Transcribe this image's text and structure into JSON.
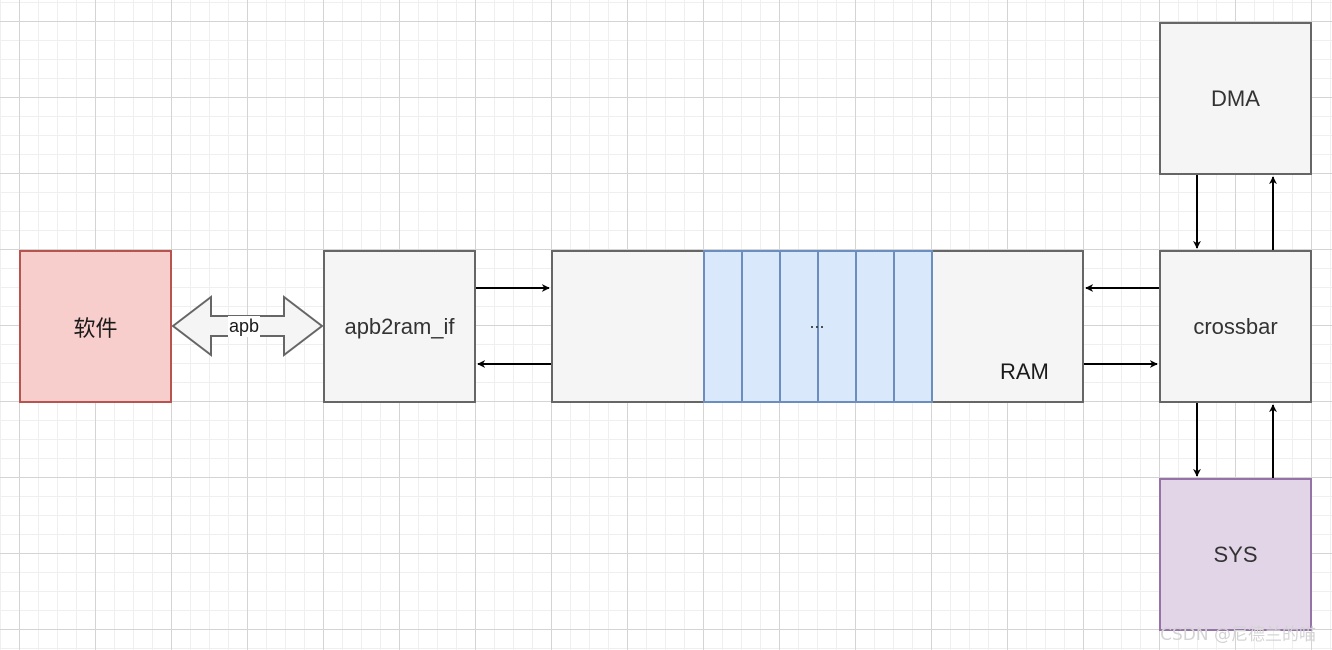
{
  "nodes": {
    "software": "软件",
    "apb2ram_if": "apb2ram_if",
    "ram": "RAM",
    "ram_ellipsis": "...",
    "crossbar": "crossbar",
    "dma": "DMA",
    "sys": "SYS"
  },
  "edges": {
    "apb_label": "apb"
  },
  "watermark": "CSDN @尼德兰的喵",
  "colors": {
    "default_fill": "#f5f5f5",
    "default_stroke": "#666666",
    "software_fill": "#f8cecc",
    "software_stroke": "#b85450",
    "ram_cell_fill": "#dae8fc",
    "ram_cell_stroke": "#6c8ebf",
    "sys_fill": "#e1d5e7",
    "sys_stroke": "#9673a6"
  }
}
